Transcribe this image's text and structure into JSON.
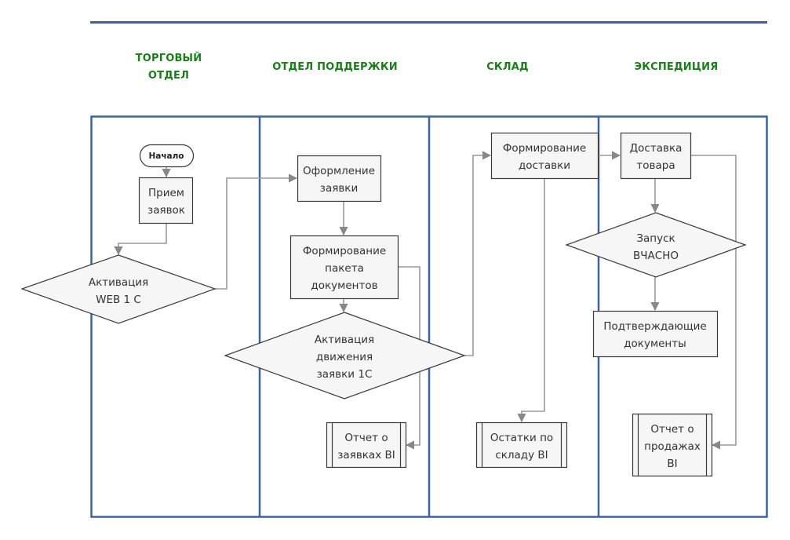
{
  "diagram": {
    "type": "swimlane-flowchart",
    "colors": {
      "lane_border": "#3c62a0",
      "header_text": "#1a7d1a",
      "node_fill": "#f6f6f6",
      "node_stroke": "#3a3a3a",
      "connector": "#999999"
    },
    "lanes": [
      {
        "id": "sales",
        "label_lines": [
          "ТОРГОВЫЙ",
          "ОТДЕЛ"
        ]
      },
      {
        "id": "support",
        "label_lines": [
          "ОТДЕЛ ПОДДЕРЖКИ"
        ]
      },
      {
        "id": "warehouse",
        "label_lines": [
          "СКЛАД"
        ]
      },
      {
        "id": "expedition",
        "label_lines": [
          "ЭКСПЕДИЦИЯ"
        ]
      }
    ],
    "nodes": {
      "start": {
        "shape": "terminator",
        "lane": "sales",
        "lines": [
          "Начало"
        ]
      },
      "receive": {
        "shape": "process",
        "lane": "sales",
        "lines": [
          "Прием",
          "заявок"
        ]
      },
      "activate_web": {
        "shape": "decision",
        "lane": "sales",
        "lines": [
          "Активация",
          "WEB 1 С"
        ]
      },
      "register": {
        "shape": "process",
        "lane": "support",
        "lines": [
          "Оформление",
          "заявки"
        ]
      },
      "docs_package": {
        "shape": "process",
        "lane": "support",
        "lines": [
          "Формирование",
          "пакета",
          "документов"
        ]
      },
      "activate_move": {
        "shape": "decision",
        "lane": "support",
        "lines": [
          "Активация",
          "движения",
          "заявки 1С"
        ]
      },
      "report_orders": {
        "shape": "predefined-process",
        "lane": "support",
        "lines": [
          "Отчет о",
          "заявках BI"
        ]
      },
      "form_delivery": {
        "shape": "process",
        "lane": "warehouse",
        "lines": [
          "Формирование",
          "доставки"
        ]
      },
      "stock_report": {
        "shape": "predefined-process",
        "lane": "warehouse",
        "lines": [
          "Остатки по",
          "складу BI"
        ]
      },
      "deliver_goods": {
        "shape": "process",
        "lane": "expedition",
        "lines": [
          "Доставка",
          "товара"
        ]
      },
      "launch": {
        "shape": "decision",
        "lane": "expedition",
        "lines": [
          "Запуск",
          "ВЧАСНО"
        ]
      },
      "confirm_docs": {
        "shape": "process",
        "lane": "expedition",
        "lines": [
          "Подтверждающие",
          "документы"
        ]
      },
      "sales_report": {
        "shape": "predefined-process",
        "lane": "expedition",
        "lines": [
          "Отчет о",
          "продажах",
          "BI"
        ]
      }
    },
    "edges": [
      {
        "from": "start",
        "to": "receive"
      },
      {
        "from": "receive",
        "to": "activate_web"
      },
      {
        "from": "activate_web",
        "to": "register"
      },
      {
        "from": "register",
        "to": "docs_package"
      },
      {
        "from": "docs_package",
        "to": "activate_move"
      },
      {
        "from": "docs_package",
        "to": "report_orders"
      },
      {
        "from": "activate_move",
        "to": "form_delivery"
      },
      {
        "from": "form_delivery",
        "to": "deliver_goods"
      },
      {
        "from": "form_delivery",
        "to": "stock_report"
      },
      {
        "from": "deliver_goods",
        "to": "launch"
      },
      {
        "from": "deliver_goods",
        "to": "sales_report"
      },
      {
        "from": "launch",
        "to": "confirm_docs"
      }
    ]
  }
}
